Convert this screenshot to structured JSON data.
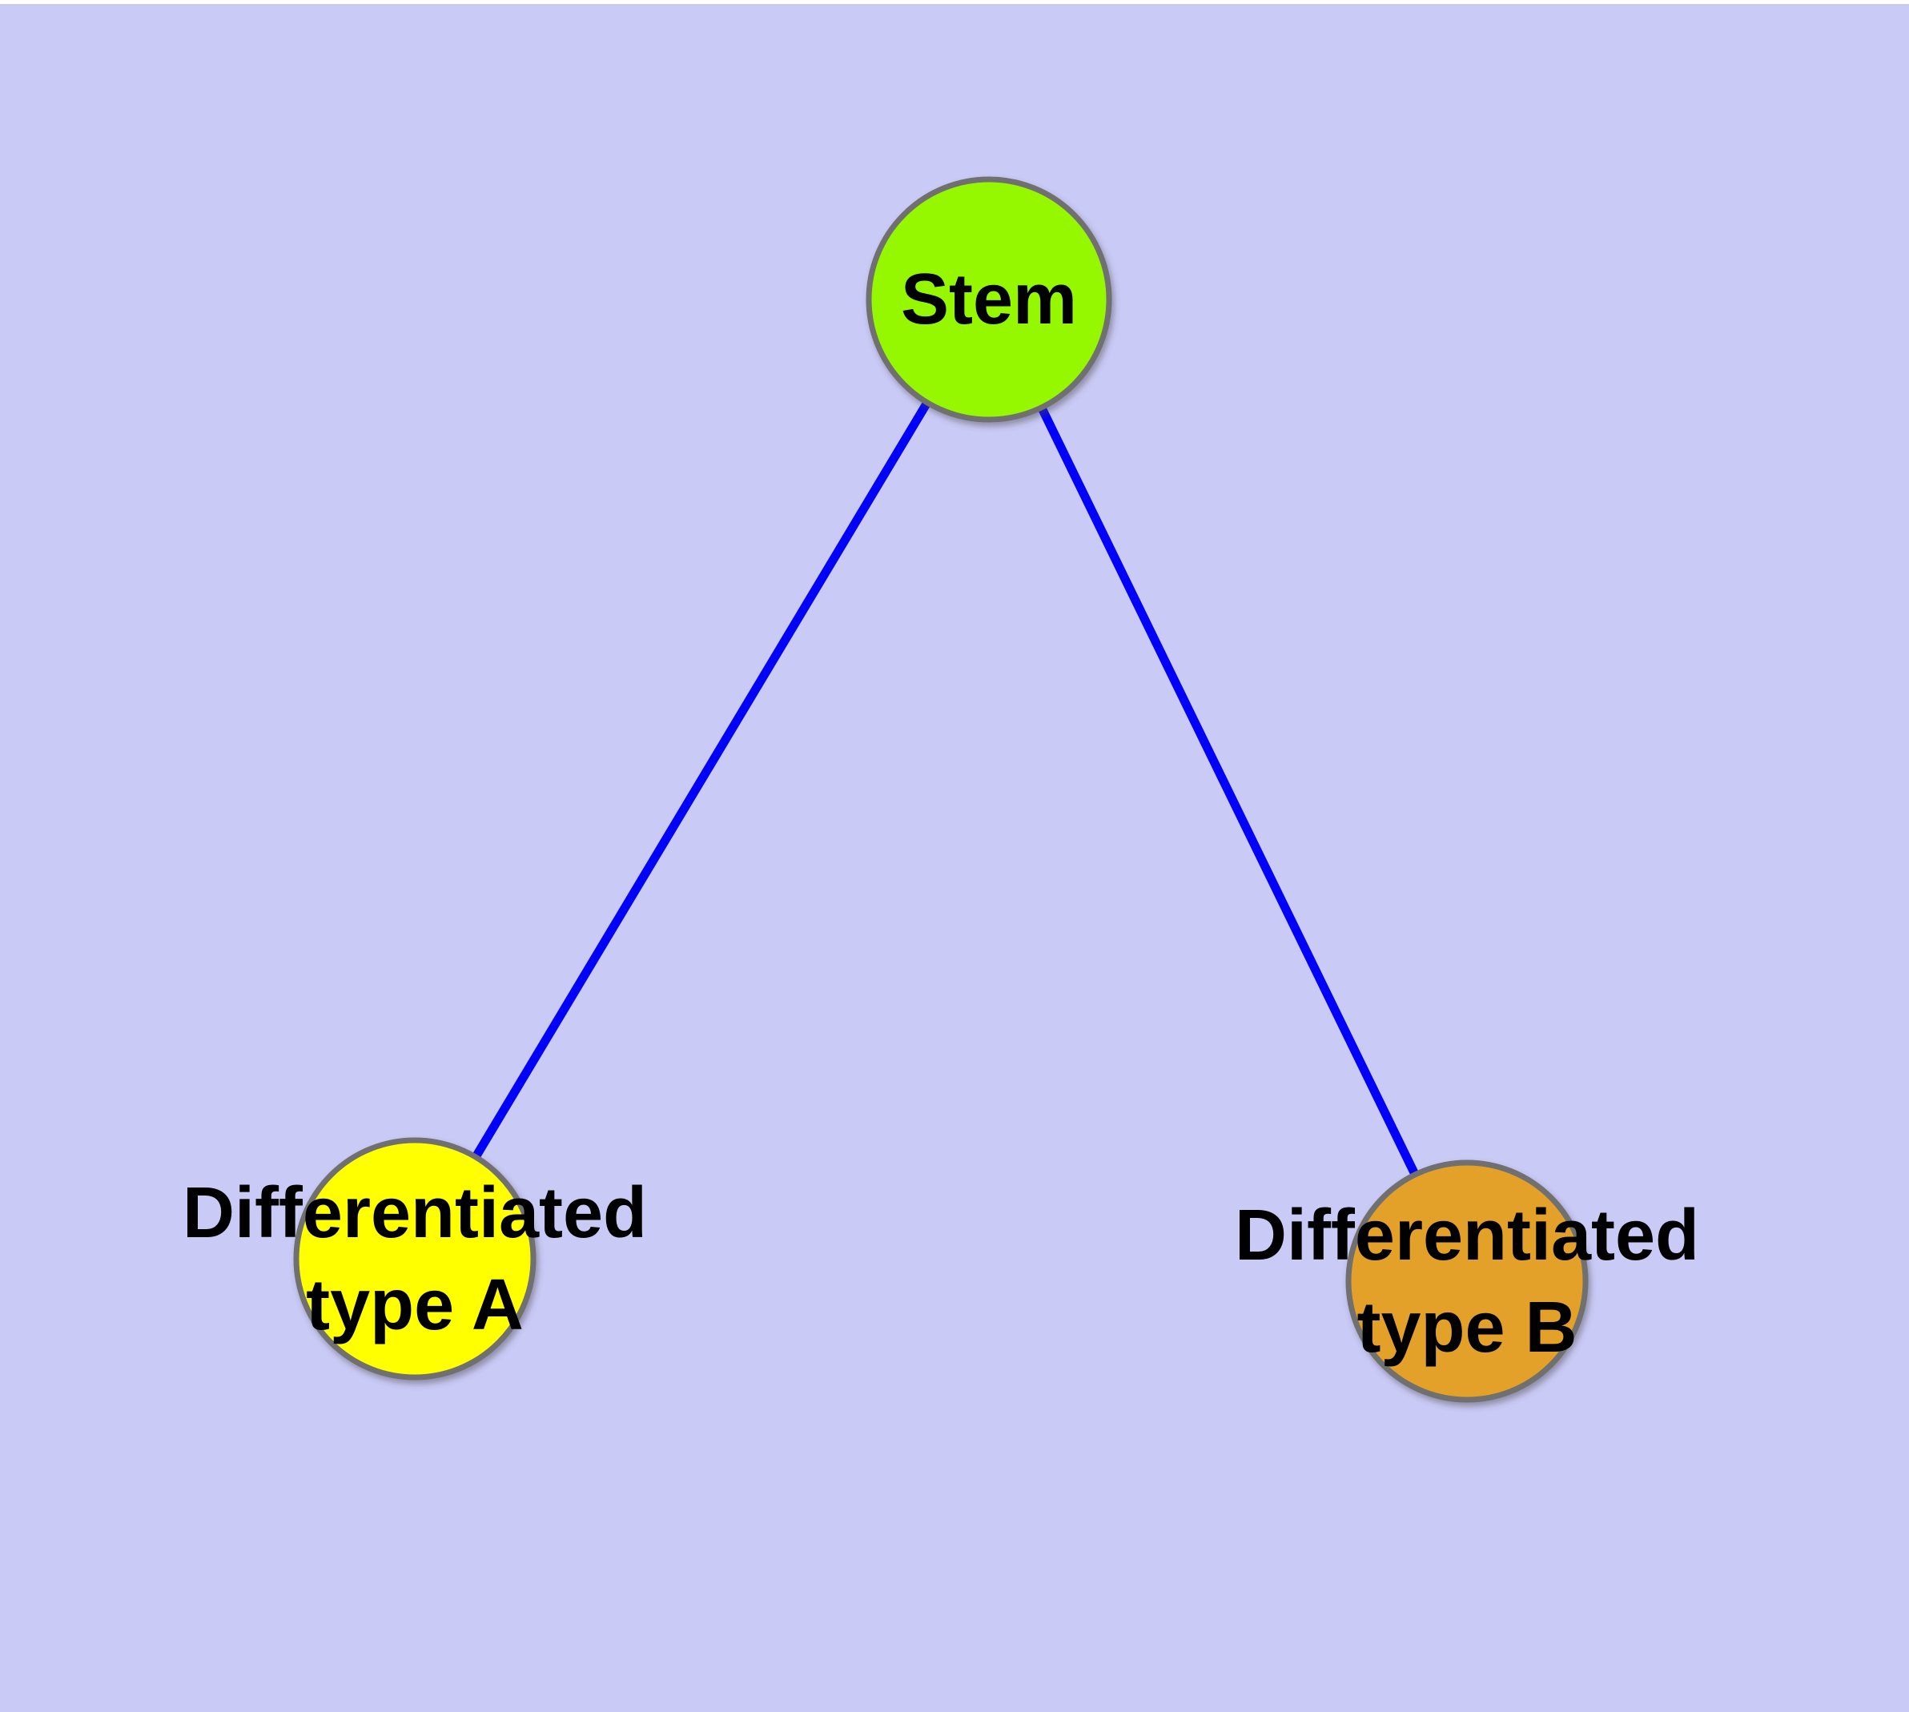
{
  "diagram": {
    "type": "graph",
    "background_color": "#CACAF7",
    "top_strip_color": "#FFFFFF",
    "edge_color": "#0202F8",
    "node_border_color": "#6F6F6F",
    "label_color": "#000000",
    "nodes": [
      {
        "id": "stem",
        "label": "Stem",
        "fill": "#96F800"
      },
      {
        "id": "differentiated-type-a",
        "label": "Differentiated type A",
        "label_lines": [
          "Differentiated",
          "type A"
        ],
        "fill": "#FFFF00"
      },
      {
        "id": "differentiated-type-b",
        "label": "Differentiated type B",
        "label_lines": [
          "Differentiated",
          "type B"
        ],
        "fill": "#E4A12C"
      }
    ],
    "edges": [
      {
        "from": "Stem",
        "to": "Differentiated type A"
      },
      {
        "from": "Stem",
        "to": "Differentiated type B"
      }
    ]
  }
}
